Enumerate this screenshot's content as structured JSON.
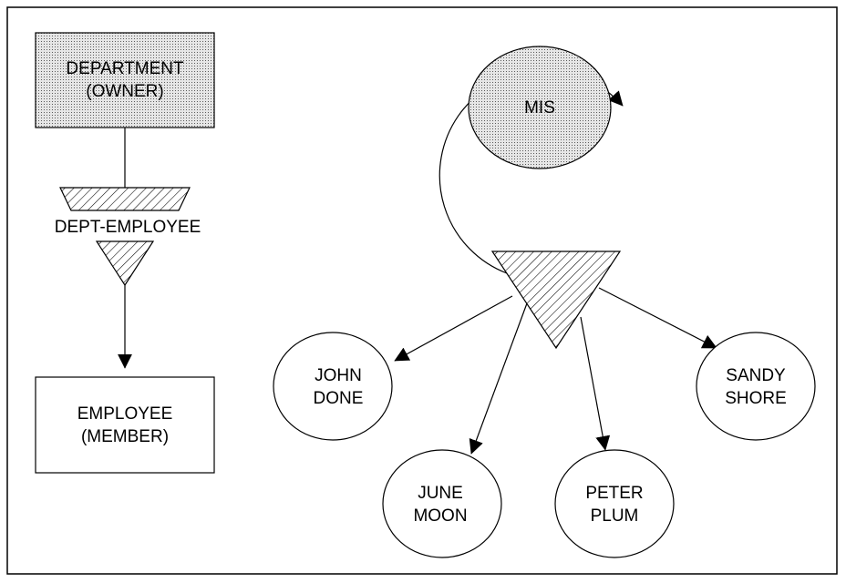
{
  "schema": {
    "owner_box": {
      "line1": "DEPARTMENT",
      "line2": "(OWNER)"
    },
    "set_name": "DEPT-EMPLOYEE",
    "member_box": {
      "line1": "EMPLOYEE",
      "line2": "(MEMBER)"
    }
  },
  "instance": {
    "owner": "MIS",
    "members": [
      {
        "line1": "JOHN",
        "line2": "DONE"
      },
      {
        "line1": "JUNE",
        "line2": "MOON"
      },
      {
        "line1": "PETER",
        "line2": "PLUM"
      },
      {
        "line1": "SANDY",
        "line2": "SHORE"
      }
    ]
  },
  "colors": {
    "stroke": "#000000",
    "shade": "#d4d4d4",
    "background": "#ffffff"
  }
}
